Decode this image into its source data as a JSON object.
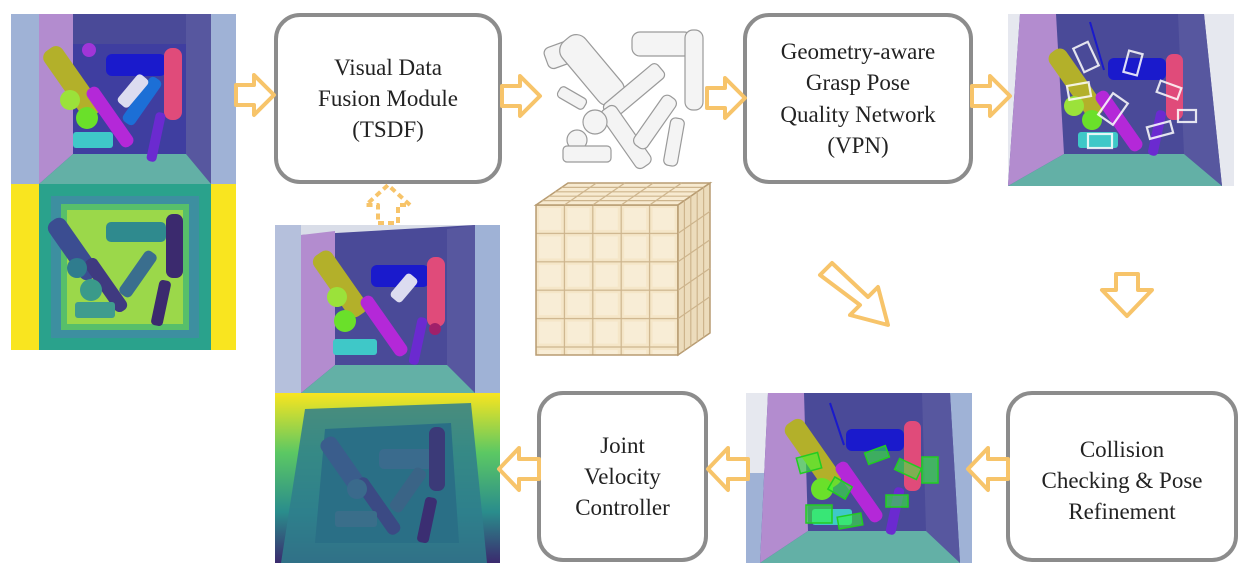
{
  "modules": {
    "fusion": {
      "lines": [
        "Visual Data",
        "Fusion Module",
        "(TSDF)"
      ]
    },
    "vpn": {
      "lines": [
        "Geometry-aware",
        "Grasp Pose",
        "Quality Network",
        "(VPN)"
      ]
    },
    "collision": {
      "lines": [
        "Collision",
        "Checking & Pose",
        "Refinement"
      ]
    },
    "controller": {
      "lines": [
        "Joint",
        "Velocity",
        "Controller"
      ]
    }
  },
  "images": {
    "input_rgb": "bin-scene-rgb",
    "input_depth": "bin-scene-depth",
    "point_cloud": "reconstructed-scene-mesh",
    "voxel_grid": "tsdf-voxel-grid",
    "grasp_candidates": "grasp-candidates-scene",
    "refined_grasps": "refined-grasps-scene",
    "after_rgb": "bin-scene-after-grasp-rgb",
    "after_depth": "bin-scene-after-grasp-depth"
  },
  "colors": {
    "arrow": "#f7c46a",
    "box_border": "#8c8c8c",
    "grasp_green": "#33ff33",
    "depth_yellow": "#f9e51f",
    "depth_teal": "#2a8d8c",
    "depth_purple": "#3b2a6e"
  }
}
